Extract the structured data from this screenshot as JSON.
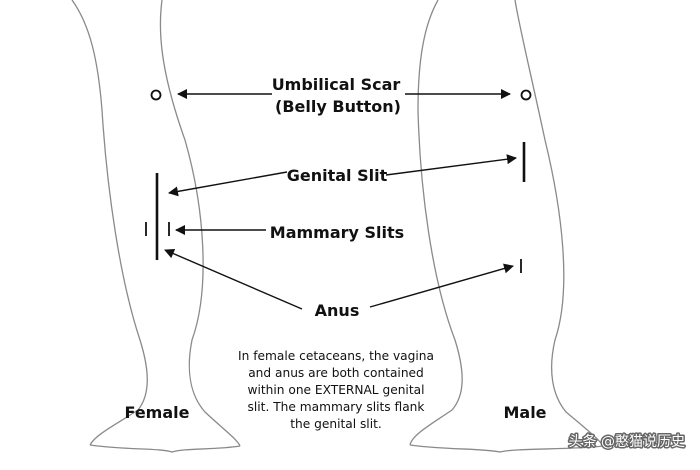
{
  "labels": {
    "umbilical_line1": "Umbilical Scar",
    "umbilical_line2": "(Belly Button)",
    "genital": "Genital Slit",
    "mammary": "Mammary Slits",
    "anus": "Anus"
  },
  "sex_labels": {
    "female": "Female",
    "male": "Male"
  },
  "note_lines": [
    "In female cetaceans, the vagina",
    "and anus are both contained",
    "within one EXTERNAL genital",
    "slit.  The mammary slits flank",
    "the genital slit."
  ],
  "watermark": "头条 @憨猫说历史",
  "colors": {
    "stroke": "#111111",
    "outline": "#8a8a8a",
    "background": "#ffffff"
  }
}
